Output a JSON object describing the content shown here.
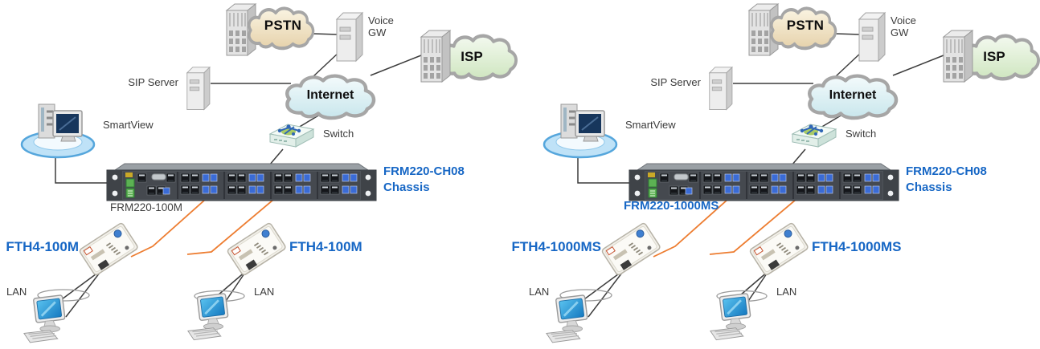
{
  "colors": {
    "label_blue": "#1767c5",
    "fiber_line_orange": "#ed7d31",
    "cable_line_black": "#3c3c3c",
    "pstn_cloud": "#e9d7b2",
    "isp_cloud": "#d4e8c8",
    "internet_cloud": "#cde7ec",
    "chassis_gray": "#4e5359"
  },
  "icons": {
    "building-icon": "gray 3D office tower with window grid",
    "server-icon": "gray 3D server tower with slots",
    "cloud-icon": "puffy cloud outline",
    "smartview-icon": "PC tower + monitor on blue ring",
    "switch-icon": "flat 3D box with blue network glyph",
    "chassis-icon": "1U rack chassis with RJ45 and fiber modules",
    "fth-device-icon": "white desktop media converter, tilted",
    "pc-icon": "desktop computer with blue screen and keyboard",
    "lan-ellipse": "ethernet segment ellipse"
  },
  "diagrams": [
    {
      "id": "left",
      "pstn_label": "PSTN",
      "voice_gw_label": "Voice\nGW",
      "isp_label": "ISP",
      "sip_server_label": "SIP Server",
      "internet_label": "Internet",
      "smartview_label": "SmartView",
      "switch_label": "Switch",
      "chassis_label": "FRM220-CH08\nChassis",
      "line_card_label": "FRM220-100M",
      "fth_device1_label": "FTH4-100M",
      "fth_device2_label": "FTH4-100M",
      "lan1_label": "LAN",
      "lan2_label": "LAN"
    },
    {
      "id": "right",
      "pstn_label": "PSTN",
      "voice_gw_label": "Voice\nGW",
      "isp_label": "ISP",
      "sip_server_label": "SIP Server",
      "internet_label": "Internet",
      "smartview_label": "SmartView",
      "switch_label": "Switch",
      "chassis_label": "FRM220-CH08\nChassis",
      "line_card_label": "FRM220-1000MS",
      "fth_device1_label": "FTH4-1000MS",
      "fth_device2_label": "FTH4-1000MS",
      "lan1_label": "LAN",
      "lan2_label": "LAN"
    }
  ]
}
